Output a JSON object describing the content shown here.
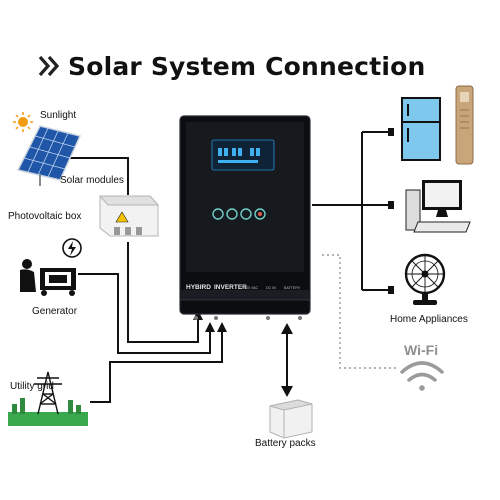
{
  "title": "Solar System Connection",
  "sources": {
    "sunlight": "Sunlight",
    "solar_modules": "Solar modules",
    "photovoltaic_box": "Photovoltaic box",
    "generator": "Generator",
    "utility_grid": "Utility grid"
  },
  "inverter": {
    "brand_left": "HYBIRD",
    "brand_right": "INVERTER",
    "small_badges": [
      "400 VAC",
      "DC IN",
      "BATTERY"
    ]
  },
  "outputs": {
    "home_appliances": "Home Appliances",
    "wifi": "Wi-Fi",
    "battery_packs": "Battery packs"
  },
  "colors": {
    "line": "#111111",
    "inverter_body": "#0b0d10",
    "fridge": "#7ec8ee",
    "accent_blue": "#2e8fd6",
    "sun": "#f39c12",
    "grid_green": "#3aa84c"
  },
  "icons": [
    "chevron-double-icon",
    "sun-icon",
    "solar-panel-icon",
    "pv-box-icon",
    "generator-icon",
    "utility-tower-icon",
    "inverter-icon",
    "fridge-icon",
    "aircon-icon",
    "computer-icon",
    "fan-icon",
    "wifi-icon",
    "battery-icon"
  ]
}
